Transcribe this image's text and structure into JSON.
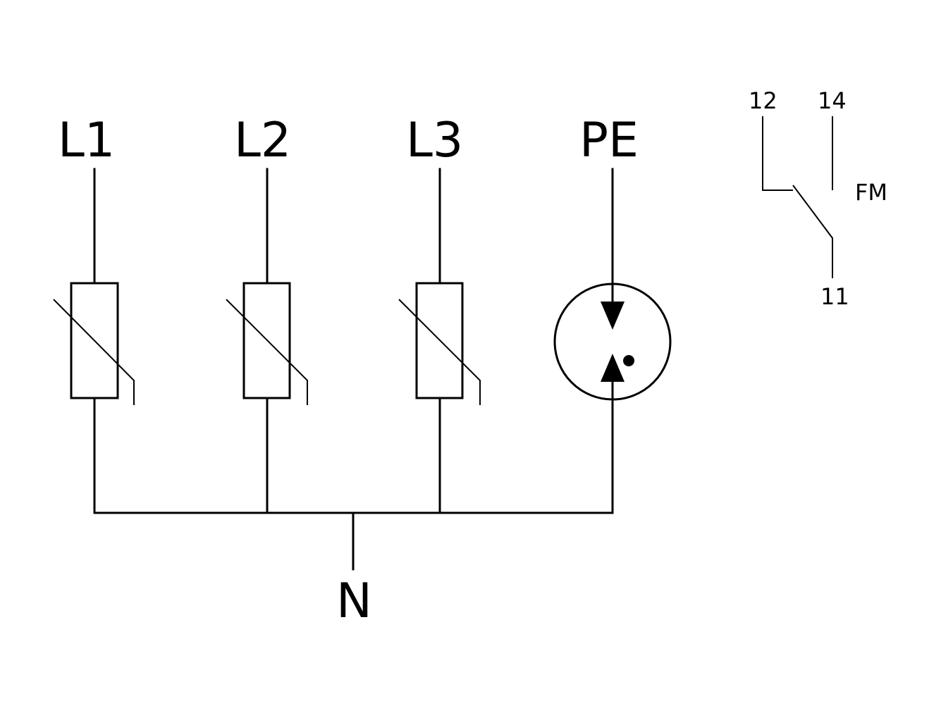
{
  "labels": {
    "l1": "L1",
    "l2": "L2",
    "l3": "L3",
    "pe": "PE",
    "n": "N"
  },
  "contact": {
    "pin_12": "12",
    "pin_14": "14",
    "pin_11": "11",
    "name": "FM"
  },
  "colors": {
    "line": "#000000",
    "background": "#ffffff"
  }
}
